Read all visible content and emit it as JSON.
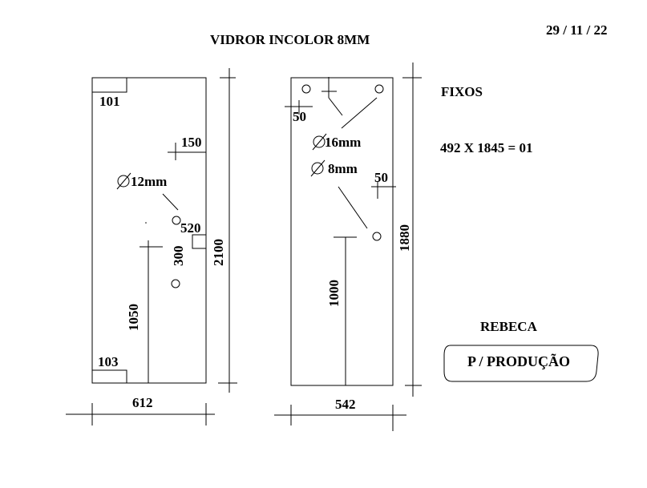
{
  "title": "VIDROR INCOLOR 8MM",
  "date": "29 / 11 / 22",
  "left_panel": {
    "code_top": "101",
    "code_bottom": "103",
    "dim_150": "150",
    "hole_diameter": "12mm",
    "dim_520": "520",
    "dim_300": "300",
    "height": "2100",
    "dim_1050": "1050",
    "width": "612"
  },
  "right_panel": {
    "dim_50_top": "50",
    "hole_diameter_large": "16mm",
    "hole_diameter_small": "8mm",
    "dim_50_side": "50",
    "height": "1880",
    "dim_1000": "1000",
    "width": "542"
  },
  "notes": {
    "fixos_label": "FIXOS",
    "fixos_spec": "492 X 1845 = 01",
    "client": "REBECA",
    "status_button": "P / PRODUÇÃO"
  }
}
